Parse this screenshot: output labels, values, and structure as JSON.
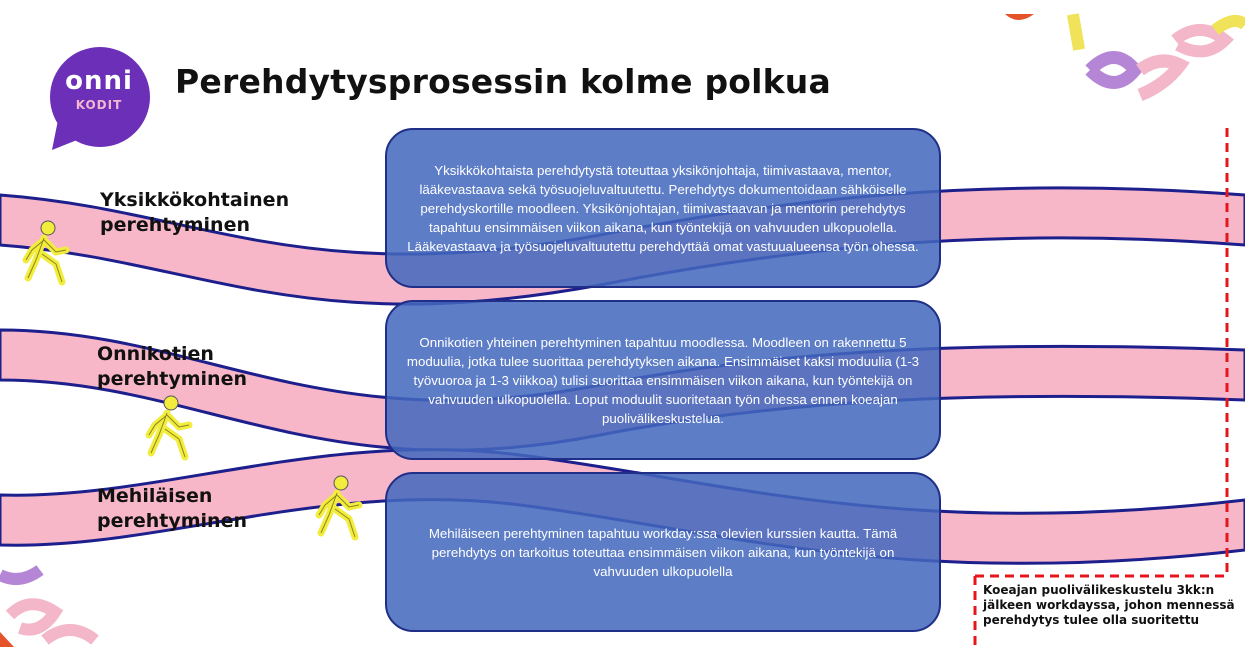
{
  "logo": {
    "line1": "onni",
    "line2": "KODIT"
  },
  "title": "Perehdytysprosessin kolme polkua",
  "paths": [
    {
      "label_line1": "Yksikkökohtainen",
      "label_line2": "perehtyminen",
      "description": "Yksikkökohtaista perehdytystä toteuttaa yksikönjohtaja, tiimivastaava, mentor, lääkevastaava sekä työsuojeluvaltuutettu. Perehdytys dokumentoidaan sähköiselle perehdyskortille moodleen. Yksikönjohtajan, tiimivastaavan ja mentorin perehdytys tapahtuu ensimmäisen viikon aikana, kun työntekijä on vahvuuden ulkopuolella. Lääkevastaava ja työsuojeluvaltuutettu perehdyttää omat vastuualueensa työn ohessa."
    },
    {
      "label_line1": "Onnikotien",
      "label_line2": "perehtyminen",
      "description": "Onnikotien yhteinen perehtyminen tapahtuu moodlessa. Moodleen on rakennettu 5 moduulia, jotka tulee suorittaa perehdytyksen aikana. Ensimmäiset kaksi moduulia (1-3 työvuoroa ja 1-3 viikkoa) tulisi suorittaa ensimmäisen viikon aikana, kun työntekijä on vahvuuden ulkopuolella. Loput moduulit suoritetaan työn ohessa ennen koeajan puolivälikeskustelua."
    },
    {
      "label_line1": "Mehiläisen",
      "label_line2": "perehtyminen",
      "description": "Mehiläiseen perehtyminen tapahtuu workday:ssa olevien kurssien kautta. Tämä perehdytys on tarkoitus toteuttaa ensimmäisen viikon aikana, kun työntekijä on vahvuuden ulkopuolella"
    }
  ],
  "deadline_note": "Koeajan puolivälikeskustelu 3kk:n jälkeen workdayssa, johon mennessä perehdytys tulee olla suoritettu",
  "icons": [
    "walking-person-icon",
    "decorative-letters"
  ],
  "colors": {
    "ribbon": "#f8b7c8",
    "ribbon_edge": "#1c1f8c",
    "box": "#4268be",
    "logo": "#6b2fb8",
    "deadline_line": "#e8141c",
    "walker": "#f2ec3c"
  }
}
